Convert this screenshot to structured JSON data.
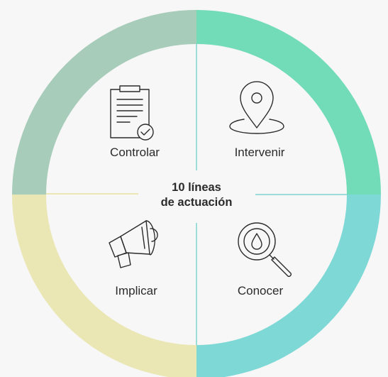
{
  "center": {
    "line1": "10 líneas",
    "line2": "de actuación"
  },
  "quadrants": [
    {
      "id": "controlar",
      "label": "Controlar",
      "icon": "clipboard-check-icon",
      "color": "#a7ccba"
    },
    {
      "id": "intervenir",
      "label": "Intervenir",
      "icon": "map-pin-icon",
      "color": "#72dbb7"
    },
    {
      "id": "implicar",
      "label": "Implicar",
      "icon": "megaphone-icon",
      "color": "#eae7b4"
    },
    {
      "id": "conocer",
      "label": "Conocer",
      "icon": "magnifier-drop-icon",
      "color": "#7ed8d6"
    }
  ],
  "divider_color": "#7fd3cf"
}
